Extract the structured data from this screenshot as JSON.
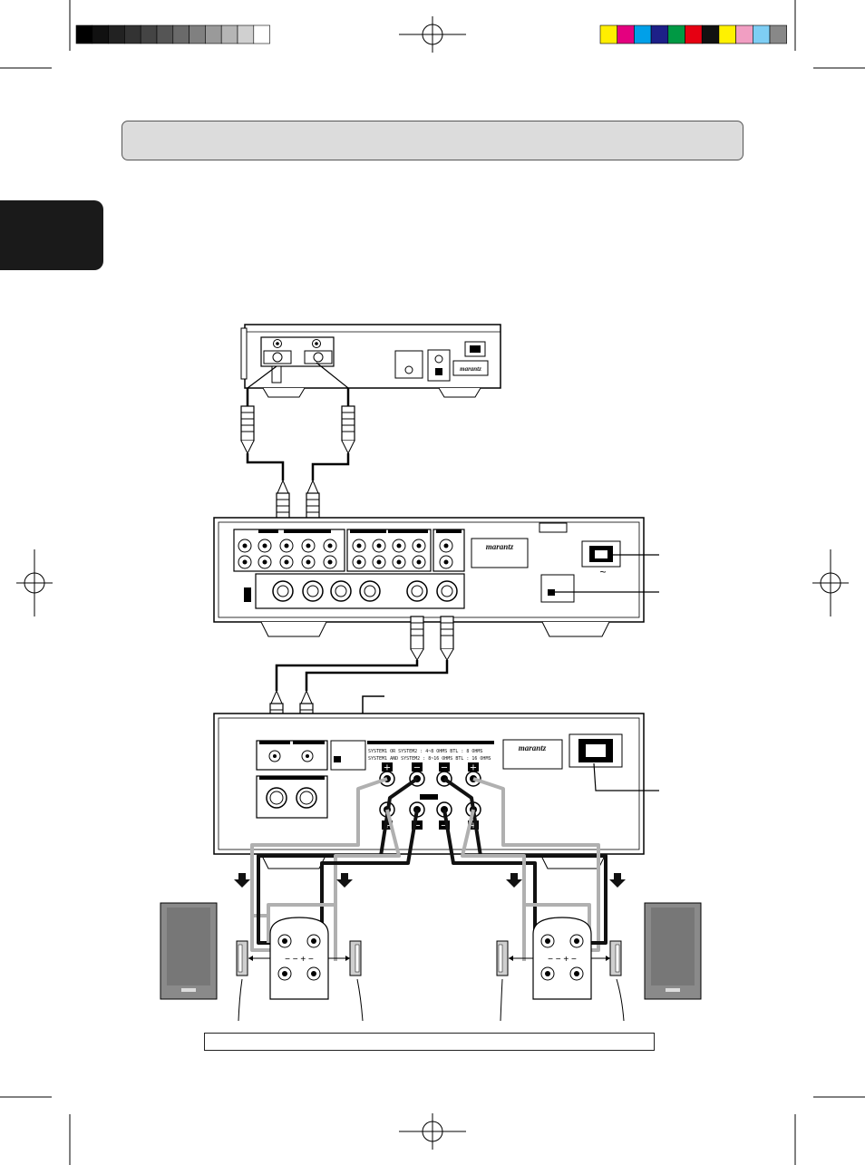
{
  "brand": {
    "logo_text": "marantz"
  },
  "amplifier_labels": {
    "system_line_1": "SYSTEM1  OR  SYSTEM2 : 4~8  OHMS    BTL  : 8  OHMS",
    "system_line_2": "SYSTEM1  AND  SYSTEM2 : 8~16  OHMS   BTL  : 16  OHMS"
  },
  "terminal_marks": {
    "plus": "+",
    "minus": "−",
    "speaker_terminals": "− − + −"
  },
  "colors": {
    "side_tab": "#1a1a1a",
    "title_band": "#dcdcdc",
    "speaker_cabinet": "#8a8a8a",
    "cable_dark": "#111111",
    "cable_light": "#b0b0b0"
  },
  "color_bar": {
    "gray_steps": [
      "#000000",
      "#111111",
      "#222222",
      "#333333",
      "#444444",
      "#555555",
      "#6a6a6a",
      "#808080",
      "#9a9a9a",
      "#b5b5b5",
      "#d0d0d0",
      "#ffffff"
    ],
    "process_colors": [
      "#ffee00",
      "#e4007f",
      "#00a0e9",
      "#1d2088",
      "#009944",
      "#e60012",
      "#111111",
      "#fff100",
      "#f19ec2",
      "#7ecef4",
      "#888888"
    ]
  }
}
